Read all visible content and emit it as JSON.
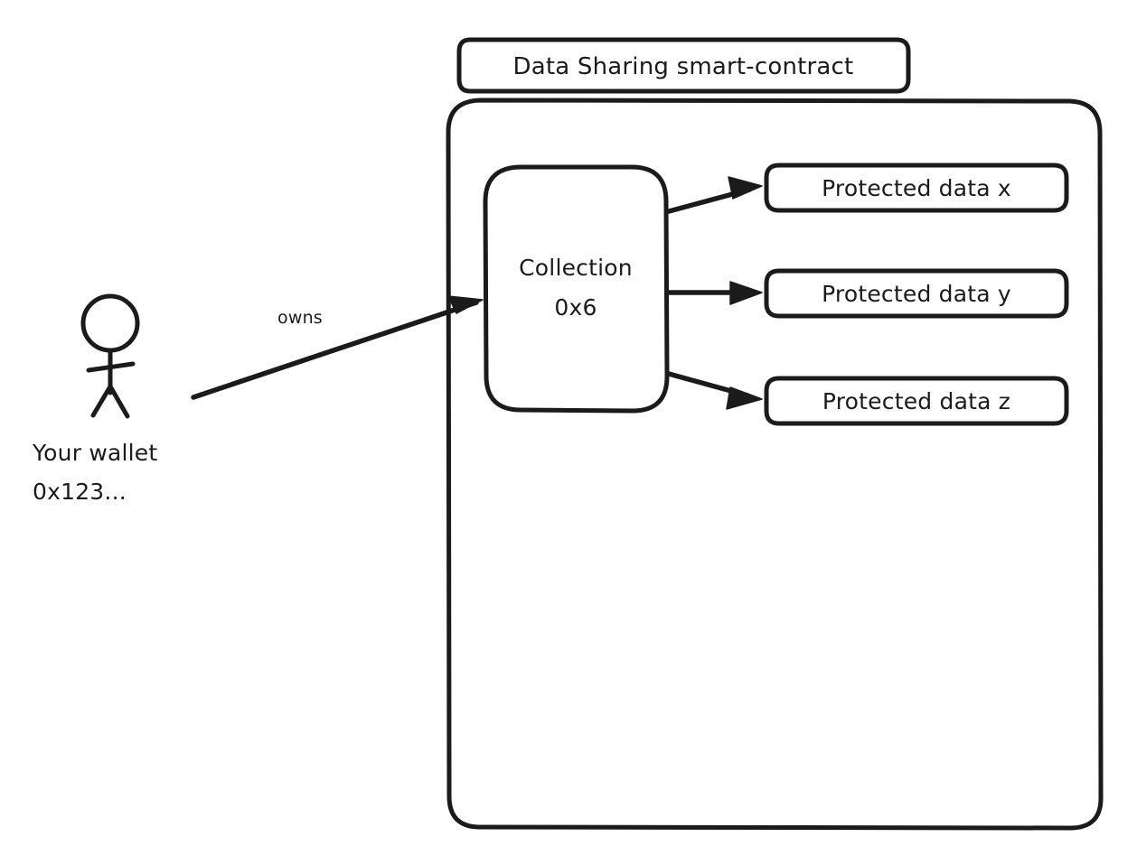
{
  "diagram": {
    "type": "flow-diagram",
    "style": "hand-drawn whiteboard sketch",
    "background_color": "#ffffff",
    "stroke_color": "#1b1b1b",
    "title_box": {
      "label": "Data Sharing smart-contract"
    },
    "container": {
      "name": "smart-contract-container",
      "label": ""
    },
    "actor": {
      "icon_name": "stick-figure-person",
      "label_line_1": "Your wallet",
      "label_line_2": "0x123..."
    },
    "collection_node": {
      "label_line_1": "Collection",
      "label_line_2": "0x6"
    },
    "protected_data_nodes": [
      {
        "label": "Protected data x"
      },
      {
        "label": "Protected data y"
      },
      {
        "label": "Protected data z"
      }
    ],
    "edges": [
      {
        "from": "Your wallet 0x123...",
        "to": "Collection 0x6",
        "label": "owns"
      },
      {
        "from": "Collection 0x6",
        "to": "Protected data x",
        "label": ""
      },
      {
        "from": "Collection 0x6",
        "to": "Protected data y",
        "label": ""
      },
      {
        "from": "Collection 0x6",
        "to": "Protected data z",
        "label": ""
      }
    ]
  }
}
